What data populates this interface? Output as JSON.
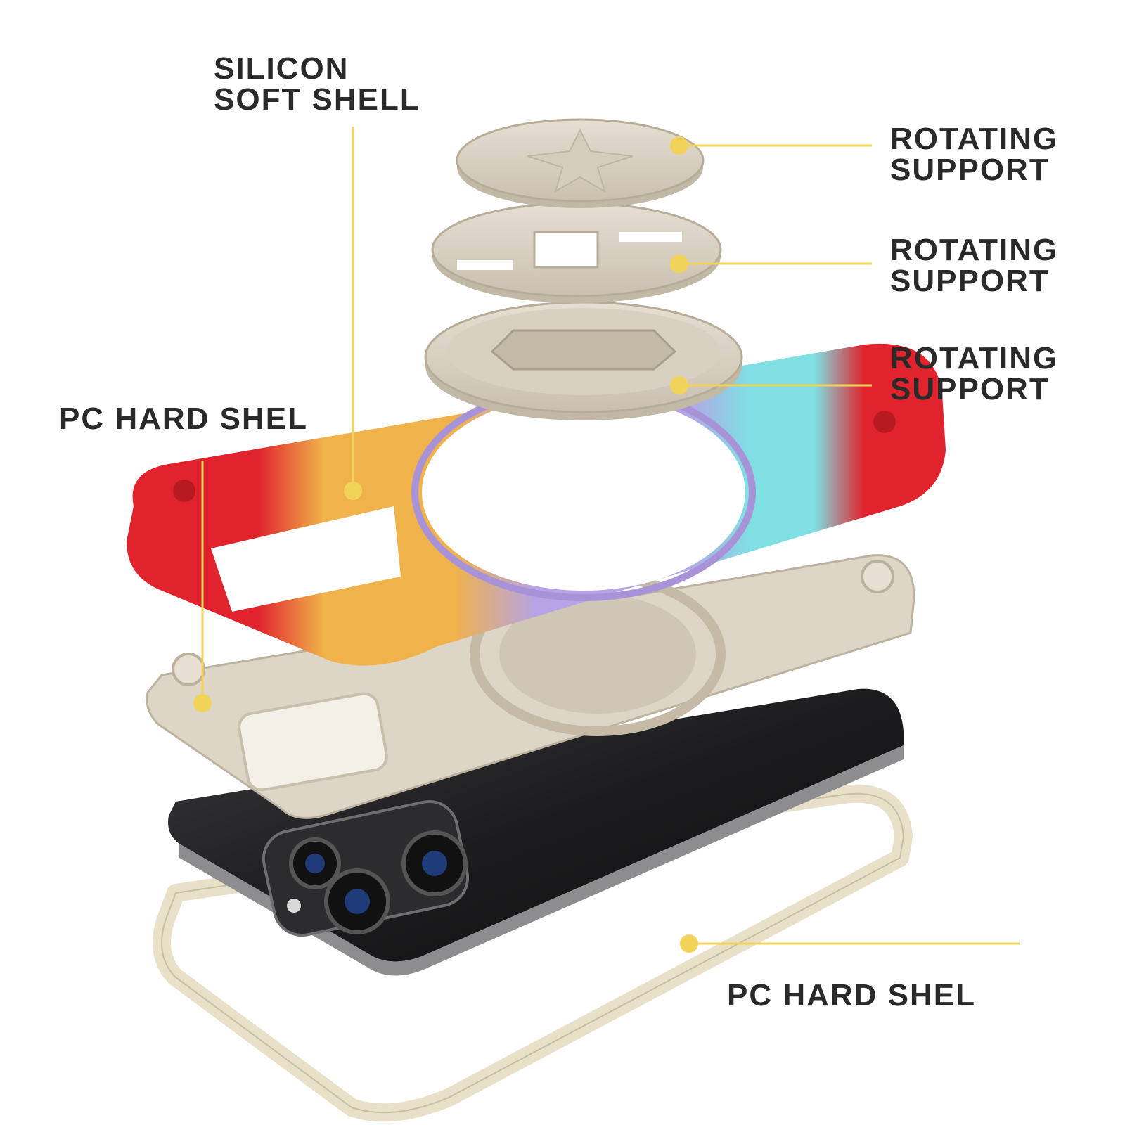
{
  "labels": {
    "silicon": {
      "line1": "SILICON",
      "line2": "SOFT SHELL"
    },
    "rotating_1": {
      "line1": "ROTATING",
      "line2": "SUPPORT"
    },
    "rotating_2": {
      "line1": "ROTATING",
      "line2": "SUPPORT"
    },
    "rotating_3": {
      "line1": "ROTATING",
      "line2": "SUPPORT"
    },
    "pc_hard_left": "PC HARD SHEL",
    "pc_hard_bottom": "PC HARD SHEL"
  },
  "colors": {
    "callout": "#f2d35a",
    "text": "#2a2a2a",
    "beige": "#ddd5c6",
    "red": "#e0232d",
    "yellow": "#f0b24a",
    "purple": "#b7a3e6",
    "cyan": "#7fdfe3",
    "phone": "#1c1c1e"
  }
}
